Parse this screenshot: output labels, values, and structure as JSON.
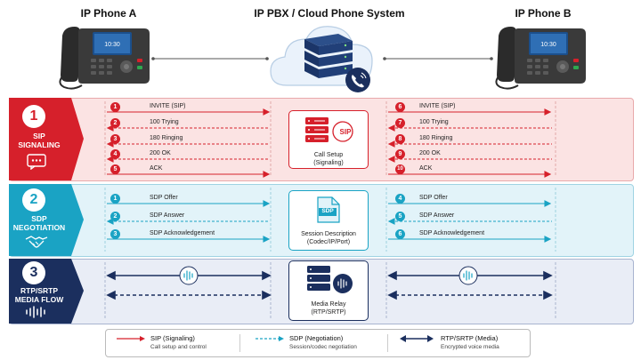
{
  "header": {
    "phone_a": "IP Phone A",
    "pbx": "IP PBX / Cloud Phone System",
    "phone_b": "IP Phone B",
    "phone_screen_time": "10:30"
  },
  "phases": {
    "sip": {
      "number": "1",
      "title_line1": "SIP",
      "title_line2": "SIGNALING",
      "left_steps": [
        {
          "n": "1",
          "label": "INVITE (SIP)"
        },
        {
          "n": "2",
          "label": "100 Trying"
        },
        {
          "n": "3",
          "label": "180 Ringing"
        },
        {
          "n": "4",
          "label": "200 OK"
        },
        {
          "n": "5",
          "label": "ACK"
        }
      ],
      "right_steps": [
        {
          "n": "6",
          "label": "INVITE (SIP)"
        },
        {
          "n": "7",
          "label": "100 Trying"
        },
        {
          "n": "8",
          "label": "180 Ringing"
        },
        {
          "n": "9",
          "label": "200 OK"
        },
        {
          "n": "10",
          "label": "ACK"
        }
      ],
      "card_badge": "SIP",
      "card_line1": "Call Setup",
      "card_line2": "(Signaling)"
    },
    "sdp": {
      "number": "2",
      "title_line1": "SDP",
      "title_line2": "NEGOTIATION",
      "left_steps": [
        {
          "n": "1",
          "label": "SDP Offer"
        },
        {
          "n": "2",
          "label": "SDP Answer"
        },
        {
          "n": "3",
          "label": "SDP Acknowledgement"
        }
      ],
      "right_steps": [
        {
          "n": "4",
          "label": "SDP Offer"
        },
        {
          "n": "5",
          "label": "SDP Answer"
        },
        {
          "n": "6",
          "label": "SDP Acknowledgement"
        }
      ],
      "card_badge": "SDP",
      "card_line1": "Session Description",
      "card_line2": "(Codec/IP/Port)"
    },
    "rtp": {
      "number": "3",
      "title_line1": "RTP/SRTP",
      "title_line2": "MEDIA FLOW",
      "card_line1": "Media Relay",
      "card_line2": "(RTP/SRTP)"
    }
  },
  "legend": {
    "sip_title": "SIP (Signaling)",
    "sip_sub": "Call setup and control",
    "sdp_title": "SDP (Negotiation)",
    "sdp_sub": "Session/codec negotiation",
    "rtp_title": "RTP/SRTP (Media)",
    "rtp_sub": "Encrypted voice media"
  },
  "colors": {
    "sip_red": "#d6202b",
    "sdp_teal": "#1aa3c4",
    "rtp_navy": "#1b2f5e"
  }
}
